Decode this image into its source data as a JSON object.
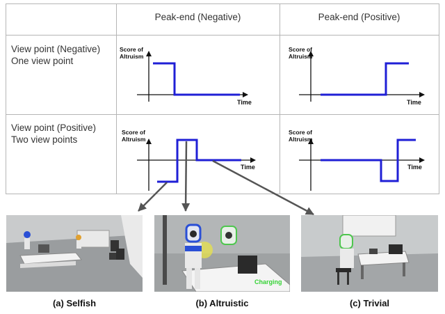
{
  "table": {
    "columns": [
      "Peak-end (Negative)",
      "Peak-end (Positive)"
    ],
    "rows": [
      {
        "label_line1": "View point (Negative)",
        "label_line2": "One view point"
      },
      {
        "label_line1": "View point (Positive)",
        "label_line2": "Two view points"
      }
    ]
  },
  "axis_labels": {
    "y_line1": "Score of",
    "y_line2": "Altruism",
    "x": "Time"
  },
  "scenes": {
    "selfish": {
      "caption": "(a) Selfish"
    },
    "altruistic": {
      "caption": "(b) Altruistic",
      "overlay_text": "Charging"
    },
    "trivial": {
      "caption": "(c) Trivial"
    }
  },
  "colors": {
    "signal": "#1f1fd6",
    "grid": "#b5b5b5",
    "arrow": "#555555",
    "charging": "#36d336"
  }
}
